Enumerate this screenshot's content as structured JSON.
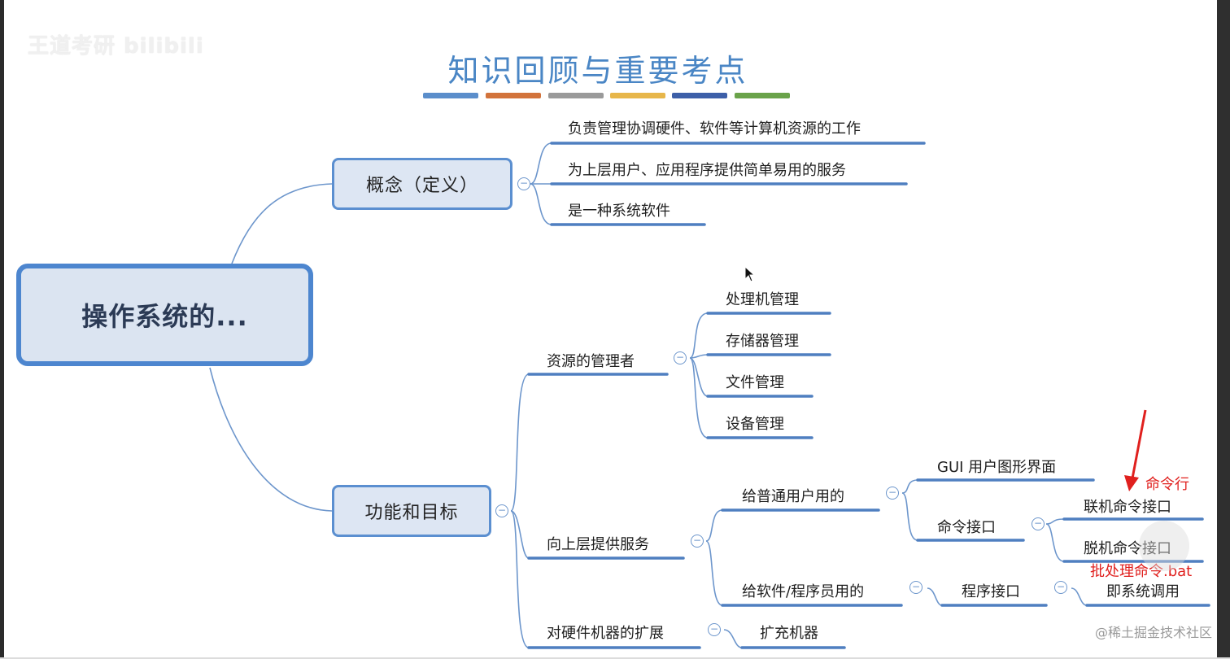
{
  "watermark": "王道考研 bilibili",
  "title": "知识回顾与重要考点",
  "title_bar_colors": [
    "#5b8ecb",
    "#d2733b",
    "#9a9a9a",
    "#e7b64a",
    "#3d5fa8",
    "#6aa34a"
  ],
  "root": "操作系统的...",
  "concept": {
    "label": "概念（定义）",
    "items": [
      "负责管理协调硬件、软件等计算机资源的工作",
      "为上层用户、应用程序提供简单易用的服务",
      "是一种系统软件"
    ]
  },
  "functions": {
    "label": "功能和目标",
    "resource_manager": {
      "label": "资源的管理者",
      "items": [
        "处理机管理",
        "存储器管理",
        "文件管理",
        "设备管理"
      ]
    },
    "services": {
      "label": "向上层提供服务",
      "user_use": {
        "label": "给普通用户用的",
        "gui": "GUI 用户图形界面",
        "command_interface": {
          "label": "命令接口",
          "online": "联机命令接口",
          "offline": "脱机命令接口"
        }
      },
      "programmer_use": {
        "label": "给软件/程序员用的",
        "program_interface": "程序接口",
        "system_call": "即系统调用"
      }
    },
    "extension": {
      "label": "对硬件机器的扩展",
      "item": "扩充机器"
    }
  },
  "annotations": {
    "command_line": "命令行",
    "batch": "批处理命令.bat"
  },
  "credit": "@稀土掘金技术社区",
  "colors": {
    "node_border": "#5b8fd0",
    "node_fill": "#dde6f3",
    "connector": "#6d96cc",
    "underline": "#4f7fc0",
    "title": "#4a86c5",
    "annotation": "#e0201e"
  }
}
